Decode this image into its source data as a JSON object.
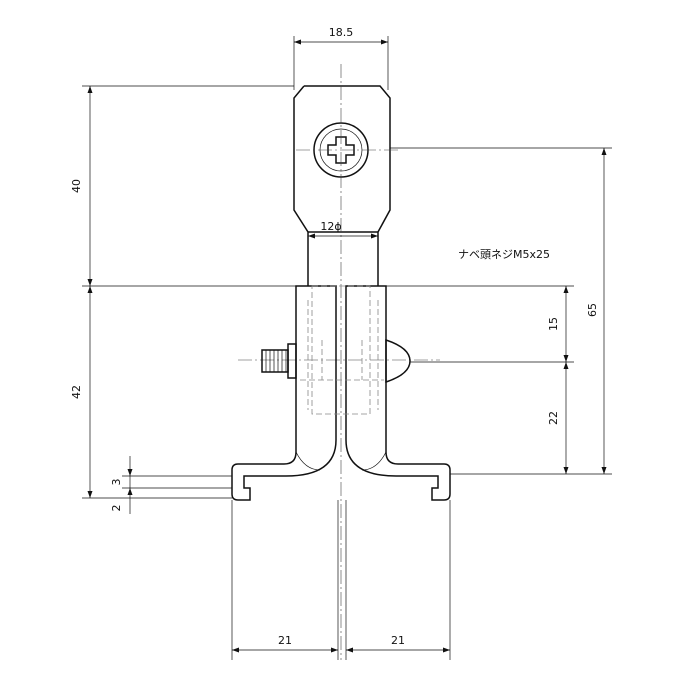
{
  "dimensions": {
    "top_width": "18.5",
    "hole_diameter": "12ϕ",
    "upper_height": "40",
    "lower_height": "42",
    "total_height": "65",
    "screw_offset": "15",
    "screw_to_base": "22",
    "flange_top": "3",
    "flange_bottom": "2",
    "left_half": "21",
    "right_half": "21"
  },
  "notes": {
    "screw": "ナベ頭ネジM5x25"
  }
}
